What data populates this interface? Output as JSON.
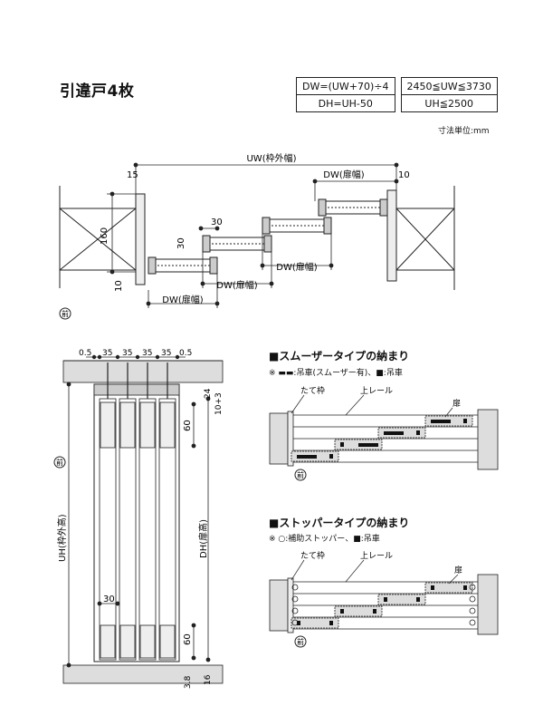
{
  "title": "引違戸4枚",
  "formulas": {
    "dw": "DW=(UW+70)÷4",
    "dh": "DH=UH-50",
    "uw_range": "2450≦UW≦3730",
    "uh_range": "UH≦2500"
  },
  "unit_note": "寸法単位:mm",
  "plan": {
    "uw_label": "UW(枠外幅)",
    "dw_label": "DW(扉幅)",
    "dim_15": "15",
    "dim_10": "10",
    "dim_160": "160",
    "dim_30a": "30",
    "dim_30b": "30",
    "dim_10b": "10",
    "front": "前"
  },
  "section": {
    "top_dims": [
      "0.5",
      "35",
      "35",
      "35",
      "35",
      "0.5"
    ],
    "dim_24": "24",
    "dim_10_3": "10+3",
    "dim_60a": "60",
    "dim_60b": "60",
    "dim_30": "30",
    "uh_label": "UH(枠外高)",
    "dh_label": "DH(扉高)",
    "dim_38": "3.8",
    "dim_16": "16",
    "front": "前"
  },
  "smoother": {
    "title": "■スムーザータイプの納まり",
    "legend": "※ ▬▬:吊車(スムーザー有)、■:吊車",
    "frame_label": "たて枠",
    "rail_label": "上レール",
    "door_label": "扉",
    "front": "前"
  },
  "stopper": {
    "title": "■ストッパータイプの納まり",
    "legend": "※ ○:補助ストッパー、■:吊車",
    "frame_label": "たて枠",
    "rail_label": "上レール",
    "door_label": "扉",
    "front": "前"
  }
}
